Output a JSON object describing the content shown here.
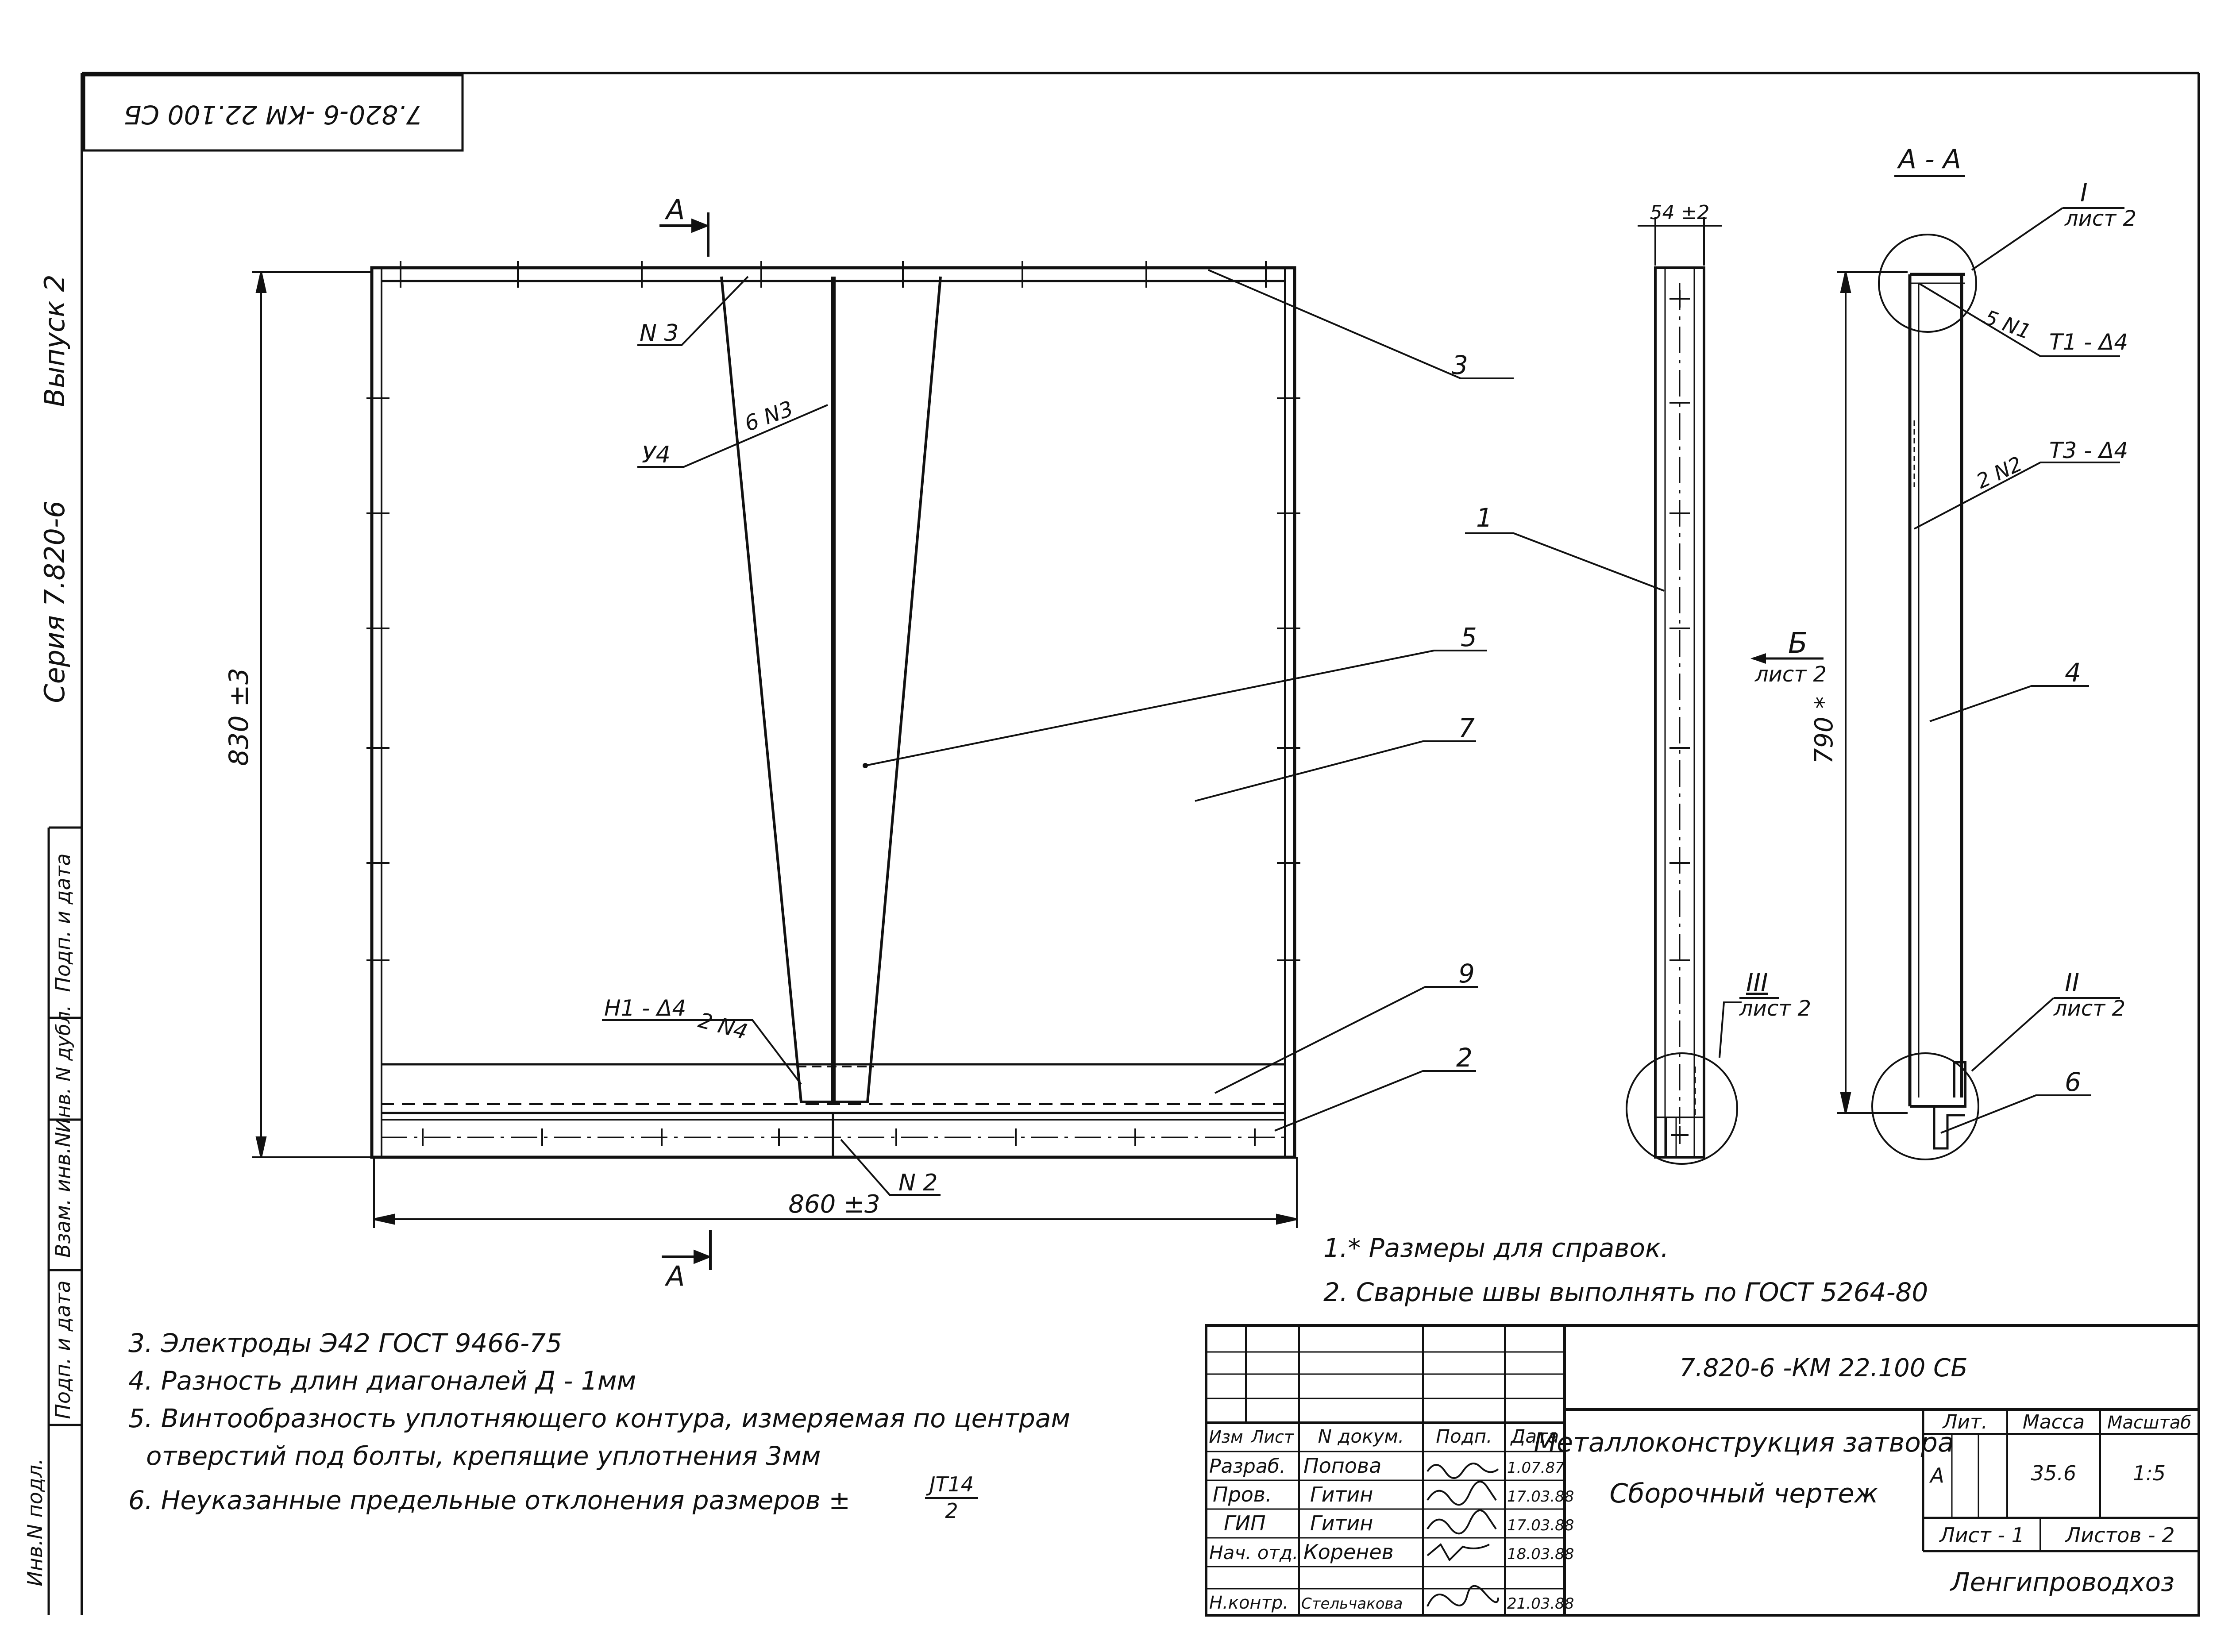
{
  "stamp_code": "7.820-6 -КМ 22.100 СБ",
  "side_margin": {
    "vypusk": "Выпуск 2",
    "seriya": "Серия 7.820-6",
    "cells": [
      "Инв.N подл.",
      "Подп. и дата",
      "Взам. инв.N",
      "Инв. N дубл.",
      "Подп. и дата"
    ]
  },
  "front_view": {
    "section_label_top": "А",
    "section_label_bottom": "А",
    "dim_height": "830 ±3",
    "dim_width": "860 ±3",
    "callouts": {
      "n3": "N 3",
      "y4": "У4",
      "six_n3": "6 N3",
      "h1": "Н1 - Δ4",
      "two_n4": "2 N4",
      "n2": "N 2",
      "pos3": "3",
      "pos5": "5",
      "pos7": "7",
      "pos9": "9",
      "pos2": "2"
    }
  },
  "side_view": {
    "dim_top": "54 ±2",
    "pos1": "1",
    "b_label": "Б",
    "b_sheet": "лист 2",
    "iii_label": "III",
    "iii_sheet": "лист 2"
  },
  "section_view": {
    "title": "А - А",
    "dim_height": "790 *",
    "i_label": "I",
    "i_sheet": "лист 2",
    "five_n1": "5 N1",
    "t1": "Т1 - Δ4",
    "two_n2": "2 N2",
    "t3": "Т3 - Δ4",
    "pos4": "4",
    "ii_label": "II",
    "ii_sheet": "лист 2",
    "pos6": "6"
  },
  "notes_right": [
    "1.* Размеры для справок.",
    "2. Сварные швы выполнять по ГОСТ 5264-80"
  ],
  "notes_left": [
    "3. Электроды Э42 ГОСТ 9466-75",
    "4. Разность длин диагоналей Д - 1мм",
    "5. Винтообразность уплотняющего контура, измеряемая по центрам",
    "отверстий под болты, крепящие уплотнения 3мм",
    "6. Неуказанные предельные отклонения размеров ±"
  ],
  "tolerance_fraction": {
    "numerator": "JT14",
    "denominator": "2"
  },
  "title_block": {
    "doc_code": "7.820-6 -КМ 22.100 СБ",
    "headers": [
      "Изм",
      "Лист",
      "N докум.",
      "Подп.",
      "Дата"
    ],
    "rows": [
      {
        "role": "Разраб.",
        "name": "Попова",
        "date": "1.07.87"
      },
      {
        "role": "Пров.",
        "name": "Гитин",
        "date": "17.03.88"
      },
      {
        "role": "ГИП",
        "name": "Гитин",
        "date": "17.03.88"
      },
      {
        "role": "Нач. отд.",
        "name": "Коренев",
        "date": "18.03.88"
      },
      {
        "role": "Н.контр.",
        "name": "Стельчакова",
        "date": "21.03.88"
      }
    ],
    "title_line1": "Металлоконструкция затвора",
    "title_line2": "Сборочный чертеж",
    "lit_header": "Лит.",
    "mass_header": "Масса",
    "scale_header": "Масштаб",
    "lit_value": "А",
    "mass_value": "35.6",
    "scale_value": "1:5",
    "sheet": "Лист - 1",
    "sheets": "Листов - 2",
    "org": "Ленгипроводхоз"
  }
}
